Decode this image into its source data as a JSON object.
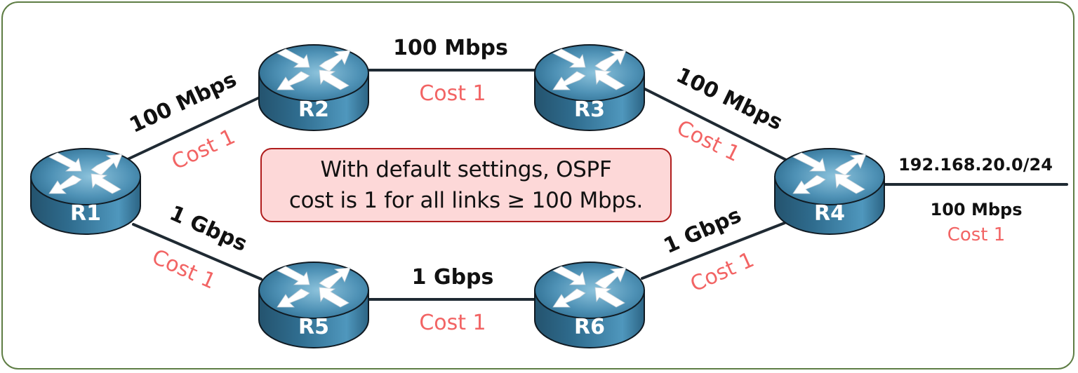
{
  "diagram": {
    "title": "OSPF default cost topology",
    "note": {
      "line1": "With default settings, OSPF",
      "line2": "cost is 1 for all links ≥ 100 Mbps."
    },
    "colors": {
      "frame_border": "#5e7d44",
      "link": "#1f2a33",
      "speed_text": "#111111",
      "cost_text": "#f26464",
      "note_fill": "#fdd8d8",
      "note_border": "#b01e1e",
      "router_body": "#3d7fa3",
      "router_label": "#ffffff"
    },
    "routers": [
      {
        "id": "R1",
        "label": "R1",
        "icon": "router-icon"
      },
      {
        "id": "R2",
        "label": "R2",
        "icon": "router-icon"
      },
      {
        "id": "R3",
        "label": "R3",
        "icon": "router-icon"
      },
      {
        "id": "R4",
        "label": "R4",
        "icon": "router-icon"
      },
      {
        "id": "R5",
        "label": "R5",
        "icon": "router-icon"
      },
      {
        "id": "R6",
        "label": "R6",
        "icon": "router-icon"
      }
    ],
    "links": [
      {
        "from": "R1",
        "to": "R2",
        "speed": "100 Mbps",
        "cost": "Cost 1"
      },
      {
        "from": "R2",
        "to": "R3",
        "speed": "100 Mbps",
        "cost": "Cost 1"
      },
      {
        "from": "R3",
        "to": "R4",
        "speed": "100 Mbps",
        "cost": "Cost 1"
      },
      {
        "from": "R1",
        "to": "R5",
        "speed": "1 Gbps",
        "cost": "Cost 1"
      },
      {
        "from": "R5",
        "to": "R6",
        "speed": "1 Gbps",
        "cost": "Cost 1"
      },
      {
        "from": "R6",
        "to": "R4",
        "speed": "1 Gbps",
        "cost": "Cost 1"
      }
    ],
    "stub_network": {
      "router": "R4",
      "subnet": "192.168.20.0/24",
      "speed": "100 Mbps",
      "cost": "Cost 1"
    }
  }
}
